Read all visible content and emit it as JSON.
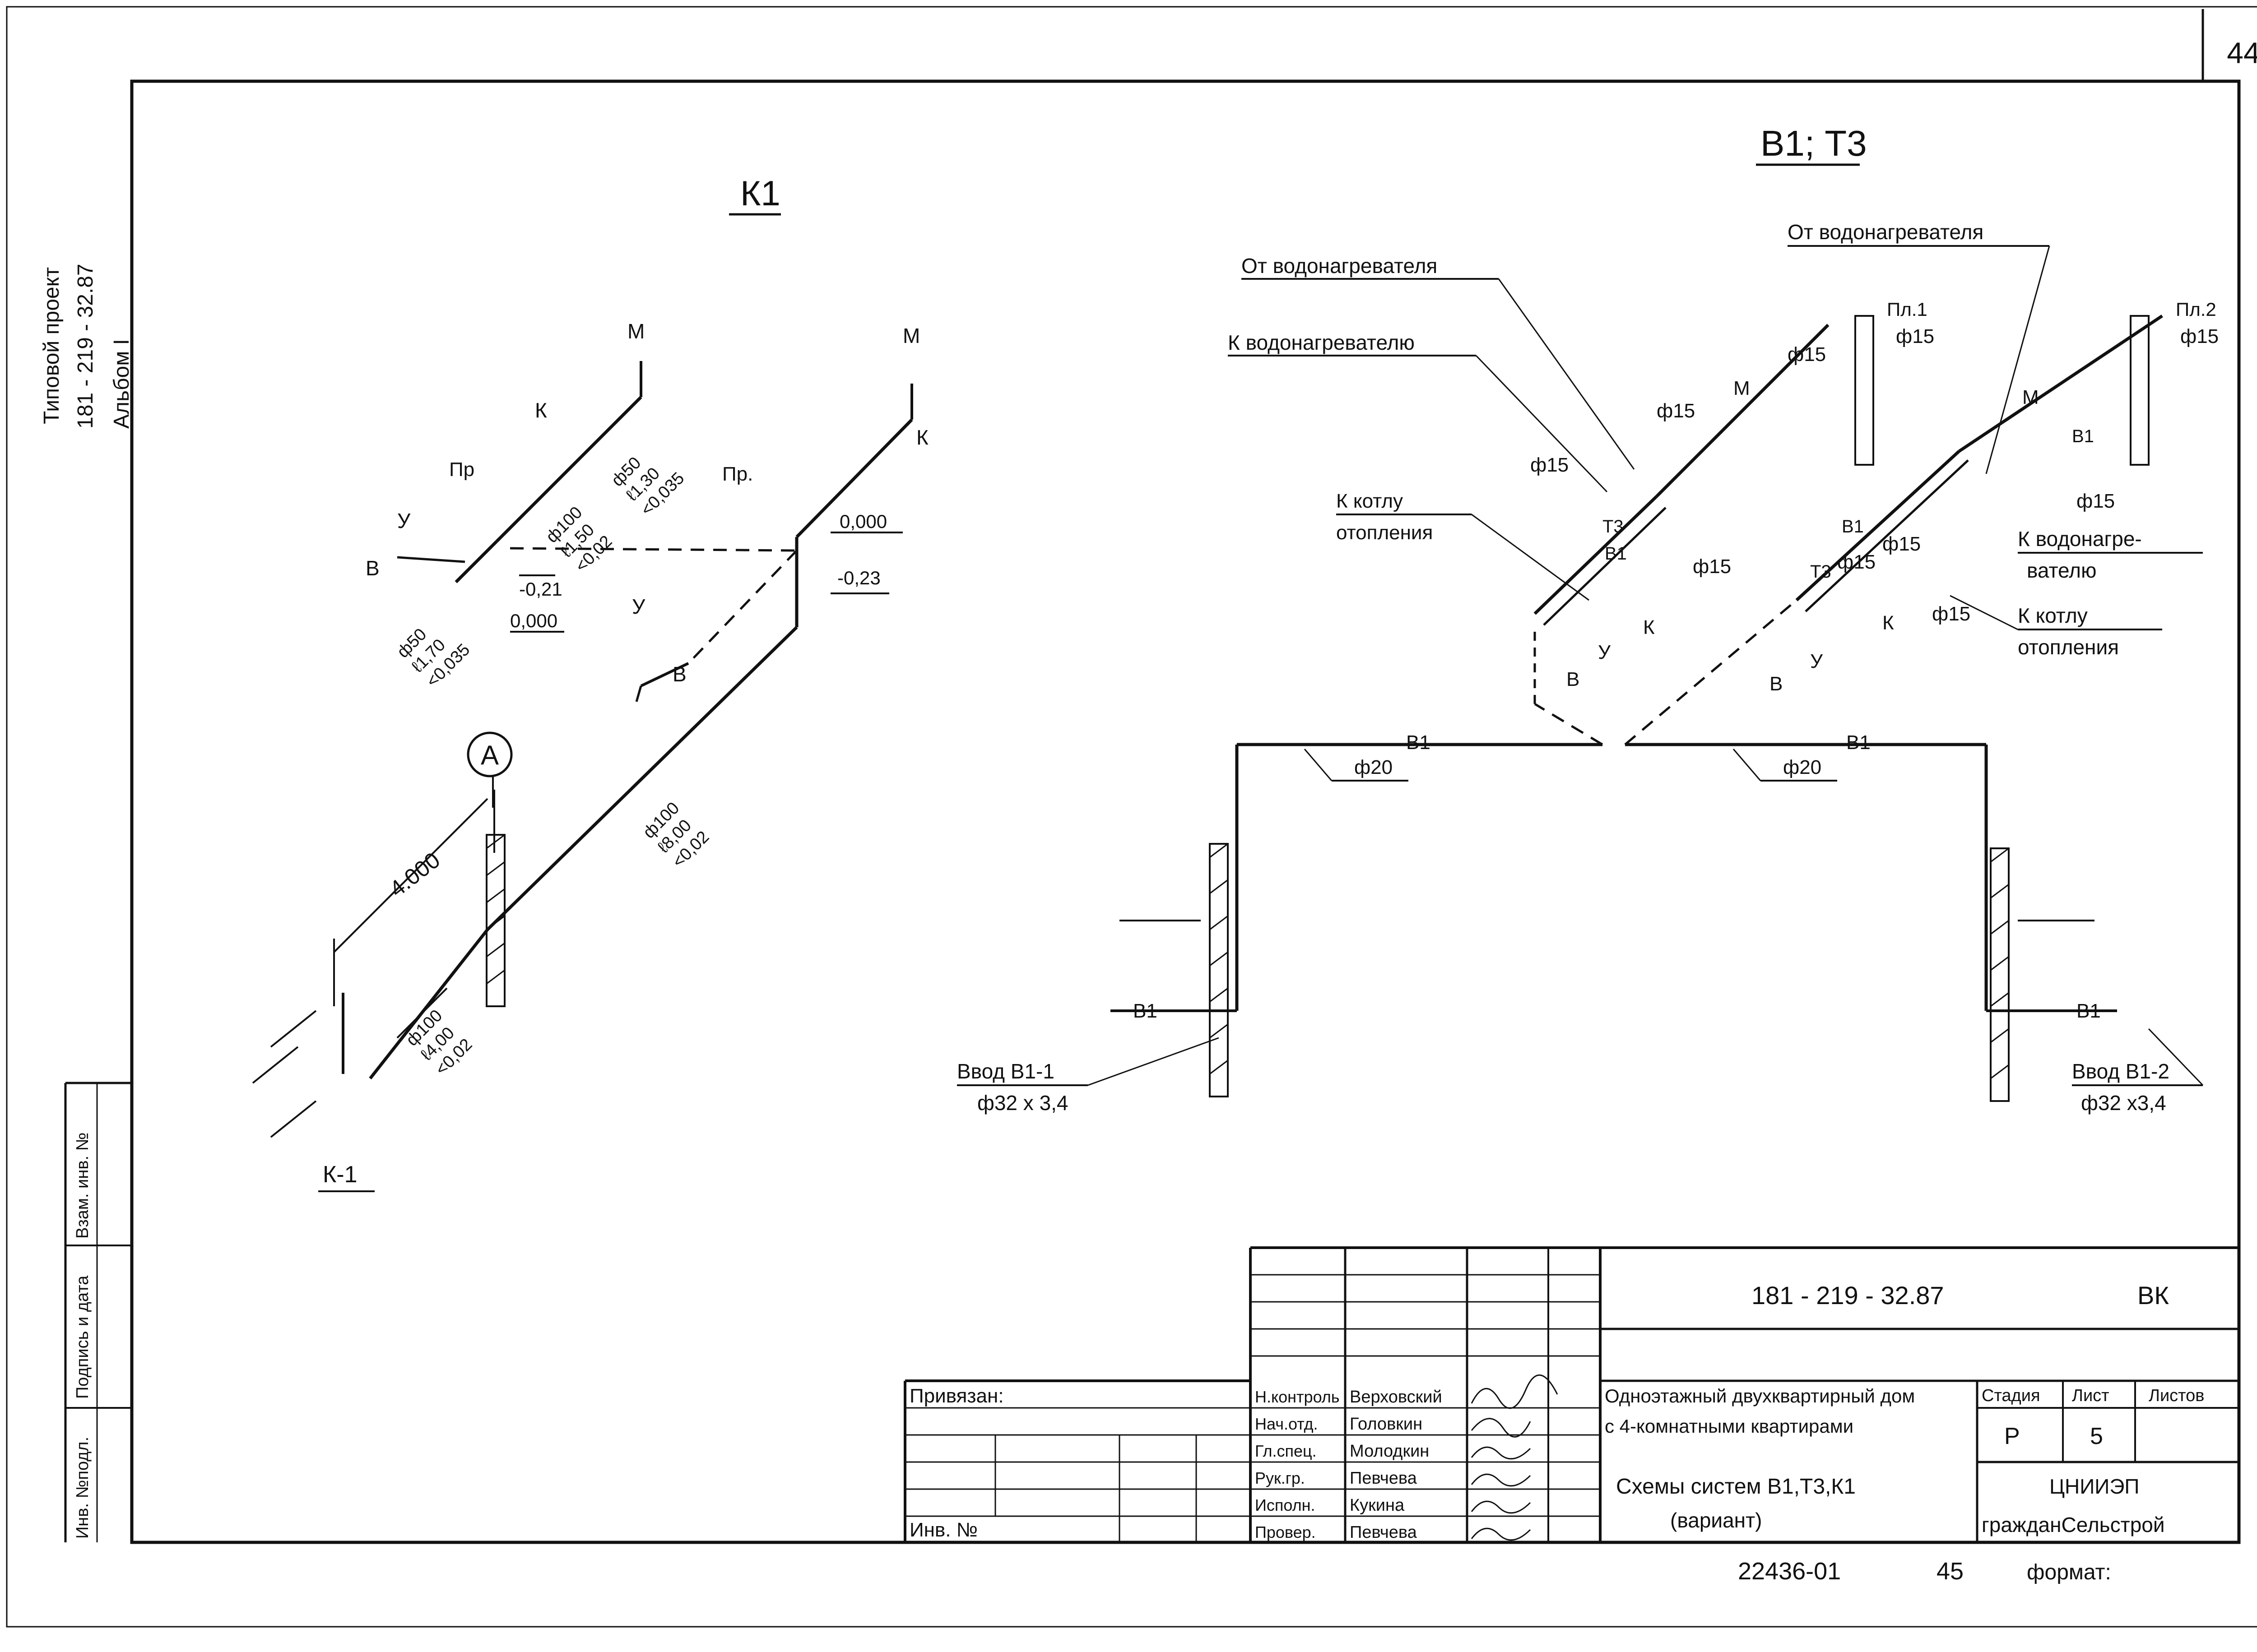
{
  "sheet_number": "44",
  "side_stamp": {
    "line1": "Типовой проект",
    "line2": "181 - 219 - 32.87",
    "line3": "Альбом I"
  },
  "margin_stamp": {
    "inv_podl": "Инв. №подл.",
    "podpis_data": "Подпись и дата",
    "vzam_inv": "Взам. инв. №"
  },
  "scheme_k1": {
    "title": "К1",
    "riser_label": "К-1",
    "section_marker": "А",
    "dimension": "4.000",
    "labels": {
      "M": "М",
      "K": "К",
      "Pr": "Пр",
      "Pr2": "Пр.",
      "U": "У",
      "V": "В"
    },
    "levels": {
      "l0_left": "0,000",
      "l021": "-0,21",
      "l0_right": "0,000",
      "l023": "-0,23"
    },
    "pipe_specs": [
      [
        "ф100",
        "ℓ1,50",
        "<0,02"
      ],
      [
        "ф50",
        "ℓ1,30",
        "<0,035"
      ],
      [
        "ф50",
        "ℓ1,70",
        "<0,035"
      ],
      [
        "ф100",
        "ℓ8,00",
        "<0,02"
      ],
      [
        "ф100",
        "ℓ4,00",
        "<0,02"
      ]
    ]
  },
  "scheme_b1t3": {
    "title": "В1; Т3",
    "callouts": {
      "ot_vodonagrevatelya_1": "От водонагревателя",
      "k_vodonagrevatelyu_1": "К водонагревателю",
      "k_kotlu_1a": "К котлу",
      "k_kotlu_1b": "отопления",
      "ot_vodonagrevatelya_2": "От водонагревателя",
      "k_vodonagrevatelyu_2a": "К водонагре-",
      "k_vodonagrevatelyu_2b": "вателю",
      "k_kotlu_2a": "К котлу",
      "k_kotlu_2b": "отопления"
    },
    "floor_marks": {
      "pl1": "Пл.1",
      "pl2": "Пл.2"
    },
    "diameters": {
      "d15": "ф15",
      "d20": "ф20"
    },
    "pipe_labels": {
      "b1": "В1",
      "t3": "Т3",
      "m": "М",
      "k": "К",
      "u": "У",
      "v": "В"
    },
    "inputs": {
      "left": {
        "name": "Ввод В1-1",
        "size": "ф32 х 3,4"
      },
      "right": {
        "name": "Ввод В1-2",
        "size": "ф32 х3,4"
      }
    }
  },
  "title_block": {
    "doc_code": "181 - 219 - 32.87",
    "mark": "ВК",
    "privyazan": "Привязан:",
    "inv_no": "Инв. №",
    "roles": [
      "Н.контроль",
      "Нач.отд.",
      "Гл.спец.",
      "Рук.гр.",
      "Исполн.",
      "Провер."
    ],
    "names": [
      "Верховский",
      "Головкин",
      "Молодкин",
      "Певчева",
      "Кукина",
      "Певчева"
    ],
    "object_line1": "Одноэтажный двухквартирный дом",
    "object_line2": "с 4-комнатными квартирами",
    "sheet_title_line1": "Схемы систем В1,Т3,К1",
    "sheet_title_line2": "(вариант)",
    "stage_header": "Стадия",
    "sheet_header": "Лист",
    "sheets_header": "Листов",
    "stage": "Р",
    "sheet": "5",
    "org_line1": "ЦНИИЭП",
    "org_line2": "гражданСельстрой",
    "album_no": "22436-01",
    "page_no": "45",
    "format_label": "формат:"
  }
}
